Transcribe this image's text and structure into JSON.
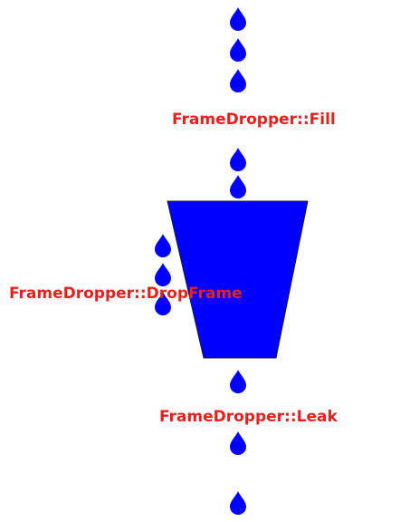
{
  "labels": {
    "fill": "FrameDropper::Fill",
    "drop_frame": "FrameDropper::DropFrame",
    "leak": "FrameDropper::Leak"
  },
  "colors": {
    "water": "#0000ff",
    "bucket_outline": "#202020",
    "label_text": "#e8201c",
    "background": "#ffffff"
  },
  "icons": {
    "drop": "water-drop-icon",
    "bucket": "leaky-bucket-icon"
  }
}
